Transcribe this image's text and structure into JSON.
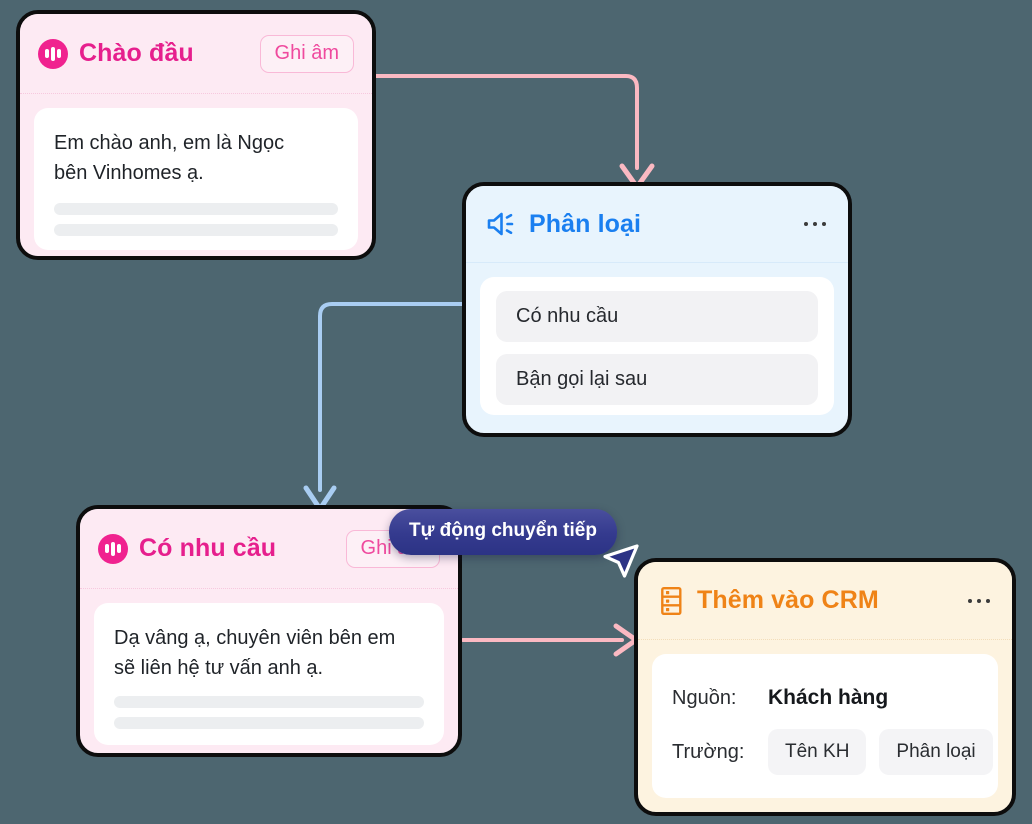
{
  "background_color": "#4d6670",
  "flow": {
    "cards": [
      {
        "id": "greeting",
        "kind": "voice",
        "icon": "audio-waveform-icon",
        "title": "Chào đầu",
        "action_label": "Ghi âm",
        "script": "Em chào anh, em là Ngọc\nbên Vinhomes ạ.",
        "accent": "#e61f8d"
      },
      {
        "id": "classify",
        "kind": "branch",
        "icon": "speaker-icon",
        "title": "Phân loại",
        "menu_icon": "ellipsis-icon",
        "options": [
          "Có nhu cầu",
          "Bận gọi lại sau"
        ],
        "accent": "#1a7ff0"
      },
      {
        "id": "interested",
        "kind": "voice",
        "icon": "audio-waveform-icon",
        "title": "Có nhu cầu",
        "action_label": "Ghi âm",
        "script": "Dạ vâng ạ, chuyên viên bên em\nsẽ liên hệ tư vấn anh ạ.",
        "accent": "#e61f8d"
      },
      {
        "id": "crm",
        "kind": "crm",
        "icon": "database-icon",
        "title": "Thêm vào CRM",
        "menu_icon": "ellipsis-icon",
        "fields": [
          {
            "label": "Nguồn:",
            "value": "Khách hàng",
            "type": "text"
          },
          {
            "label": "Trường:",
            "chips": [
              "Tên KH",
              "Phân loại"
            ],
            "type": "chips"
          }
        ],
        "accent": "#ef8317"
      }
    ],
    "tooltip": {
      "label": "Tự động chuyển tiếp",
      "color": "#343a8e"
    },
    "connectors": [
      {
        "from": "greeting",
        "to": "classify",
        "color": "#fbb9c2"
      },
      {
        "from": "classify",
        "to": "interested",
        "color": "#a9cdf2"
      },
      {
        "from": "interested",
        "to": "crm",
        "color": "#fbb9c2"
      }
    ]
  }
}
